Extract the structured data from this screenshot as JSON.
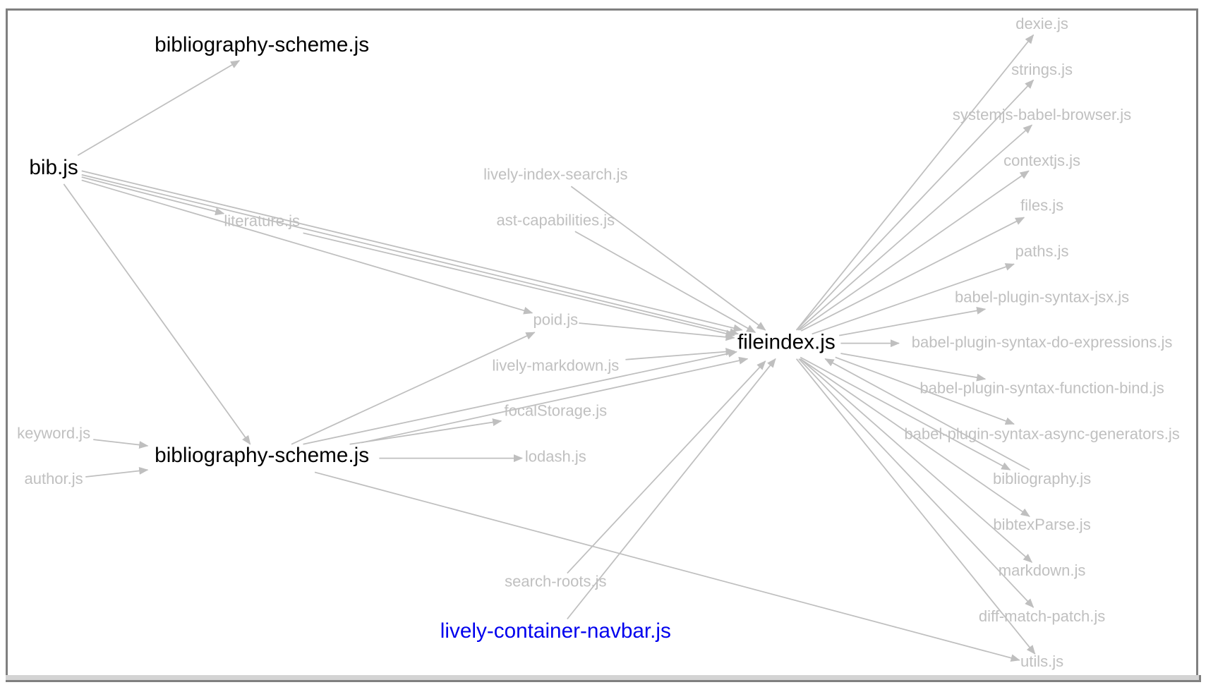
{
  "graph": {
    "edge_color": "#bfbfbf",
    "label_gray": "#c0c0c0",
    "link_color": "#0000ee",
    "nodes": [
      {
        "id": "bibscheme_top",
        "label": "bibliography-scheme.js",
        "style": "main"
      },
      {
        "id": "bib",
        "label": "bib.js",
        "style": "main"
      },
      {
        "id": "index_search",
        "label": "lively-index-search.js",
        "style": "gray"
      },
      {
        "id": "literature",
        "label": "literature.js",
        "style": "gray"
      },
      {
        "id": "ast",
        "label": "ast-capabilities.js",
        "style": "gray"
      },
      {
        "id": "poid",
        "label": "poid.js",
        "style": "gray"
      },
      {
        "id": "fileindex",
        "label": "fileindex.js",
        "style": "main"
      },
      {
        "id": "markdown_comp",
        "label": "lively-markdown.js",
        "style": "gray"
      },
      {
        "id": "focal",
        "label": "focalStorage.js",
        "style": "gray"
      },
      {
        "id": "keyword",
        "label": "keyword.js",
        "style": "gray"
      },
      {
        "id": "bibscheme_bottom",
        "label": "bibliography-scheme.js",
        "style": "main"
      },
      {
        "id": "lodash",
        "label": "lodash.js",
        "style": "gray"
      },
      {
        "id": "author",
        "label": "author.js",
        "style": "gray"
      },
      {
        "id": "search_roots",
        "label": "search-roots.js",
        "style": "gray"
      },
      {
        "id": "navbar",
        "label": "lively-container-navbar.js",
        "style": "link"
      },
      {
        "id": "dexie",
        "label": "dexie.js",
        "style": "gray"
      },
      {
        "id": "strings",
        "label": "strings.js",
        "style": "gray"
      },
      {
        "id": "systemjs",
        "label": "systemjs-babel-browser.js",
        "style": "gray"
      },
      {
        "id": "contextjs",
        "label": "contextjs.js",
        "style": "gray"
      },
      {
        "id": "files",
        "label": "files.js",
        "style": "gray"
      },
      {
        "id": "paths",
        "label": "paths.js",
        "style": "gray"
      },
      {
        "id": "jsx",
        "label": "babel-plugin-syntax-jsx.js",
        "style": "gray"
      },
      {
        "id": "doexpr",
        "label": "babel-plugin-syntax-do-expressions.js",
        "style": "gray"
      },
      {
        "id": "fbind",
        "label": "babel-plugin-syntax-function-bind.js",
        "style": "gray"
      },
      {
        "id": "asyncgen",
        "label": "babel-plugin-syntax-async-generators.js",
        "style": "gray"
      },
      {
        "id": "bibliography",
        "label": "bibliography.js",
        "style": "gray"
      },
      {
        "id": "bibtexparse",
        "label": "bibtexParse.js",
        "style": "gray"
      },
      {
        "id": "markdown",
        "label": "markdown.js",
        "style": "gray"
      },
      {
        "id": "diff",
        "label": "diff-match-patch.js",
        "style": "gray"
      },
      {
        "id": "utils",
        "label": "utils.js",
        "style": "gray"
      }
    ],
    "edges": [
      [
        "bib",
        "bibscheme_top"
      ],
      [
        "bib",
        "literature"
      ],
      [
        "bib",
        "fileindex"
      ],
      [
        "bib",
        "poid"
      ],
      [
        "bib",
        "fileindex"
      ],
      [
        "bib",
        "bibscheme_bottom"
      ],
      [
        "literature",
        "fileindex"
      ],
      [
        "index_search",
        "fileindex"
      ],
      [
        "ast",
        "fileindex"
      ],
      [
        "poid",
        "fileindex"
      ],
      [
        "markdown_comp",
        "fileindex"
      ],
      [
        "bibscheme_bottom",
        "poid"
      ],
      [
        "bibscheme_bottom",
        "fileindex"
      ],
      [
        "bibscheme_bottom",
        "focal"
      ],
      [
        "focal",
        "fileindex"
      ],
      [
        "bibscheme_bottom",
        "lodash"
      ],
      [
        "bibscheme_bottom",
        "utils"
      ],
      [
        "keyword",
        "bibscheme_bottom"
      ],
      [
        "author",
        "bibscheme_bottom"
      ],
      [
        "search_roots",
        "fileindex"
      ],
      [
        "navbar",
        "fileindex"
      ],
      [
        "fileindex",
        "dexie"
      ],
      [
        "fileindex",
        "strings"
      ],
      [
        "fileindex",
        "systemjs"
      ],
      [
        "fileindex",
        "contextjs"
      ],
      [
        "fileindex",
        "files"
      ],
      [
        "fileindex",
        "paths"
      ],
      [
        "fileindex",
        "jsx"
      ],
      [
        "fileindex",
        "doexpr"
      ],
      [
        "fileindex",
        "fbind"
      ],
      [
        "fileindex",
        "asyncgen"
      ],
      [
        "fileindex",
        "bibliography"
      ],
      [
        "fileindex",
        "bibtexparse"
      ],
      [
        "fileindex",
        "markdown"
      ],
      [
        "fileindex",
        "diff"
      ],
      [
        "fileindex",
        "utils"
      ],
      [
        "bibliography",
        "fileindex"
      ]
    ]
  }
}
